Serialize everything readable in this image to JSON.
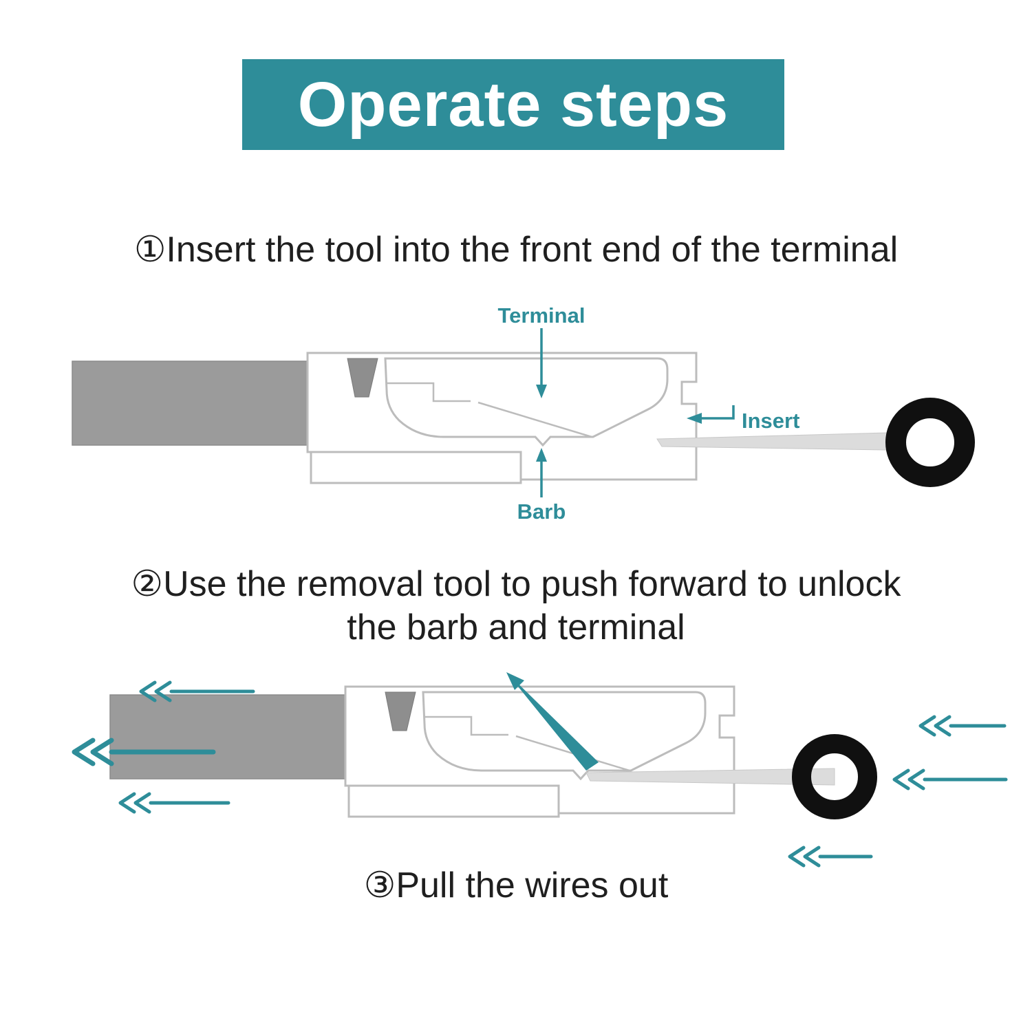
{
  "title": "Operate steps",
  "steps": {
    "step1": "①Insert the tool into the front end of the terminal",
    "step2": "②Use the removal tool to push forward to unlock the barb and terminal",
    "step3": "③Pull the wires out"
  },
  "diagram_labels": {
    "terminal": "Terminal",
    "insert": "Insert",
    "barb": "Barb"
  },
  "colors": {
    "accent": "#2e8d99",
    "text": "#1f1f1f",
    "banner_text": "#ffffff",
    "cable_gray": "#9b9b9b",
    "outline_gray": "#bcbcbc",
    "needle_gray": "#dcdcdc",
    "ring_black": "#101010",
    "background": "#ffffff"
  }
}
